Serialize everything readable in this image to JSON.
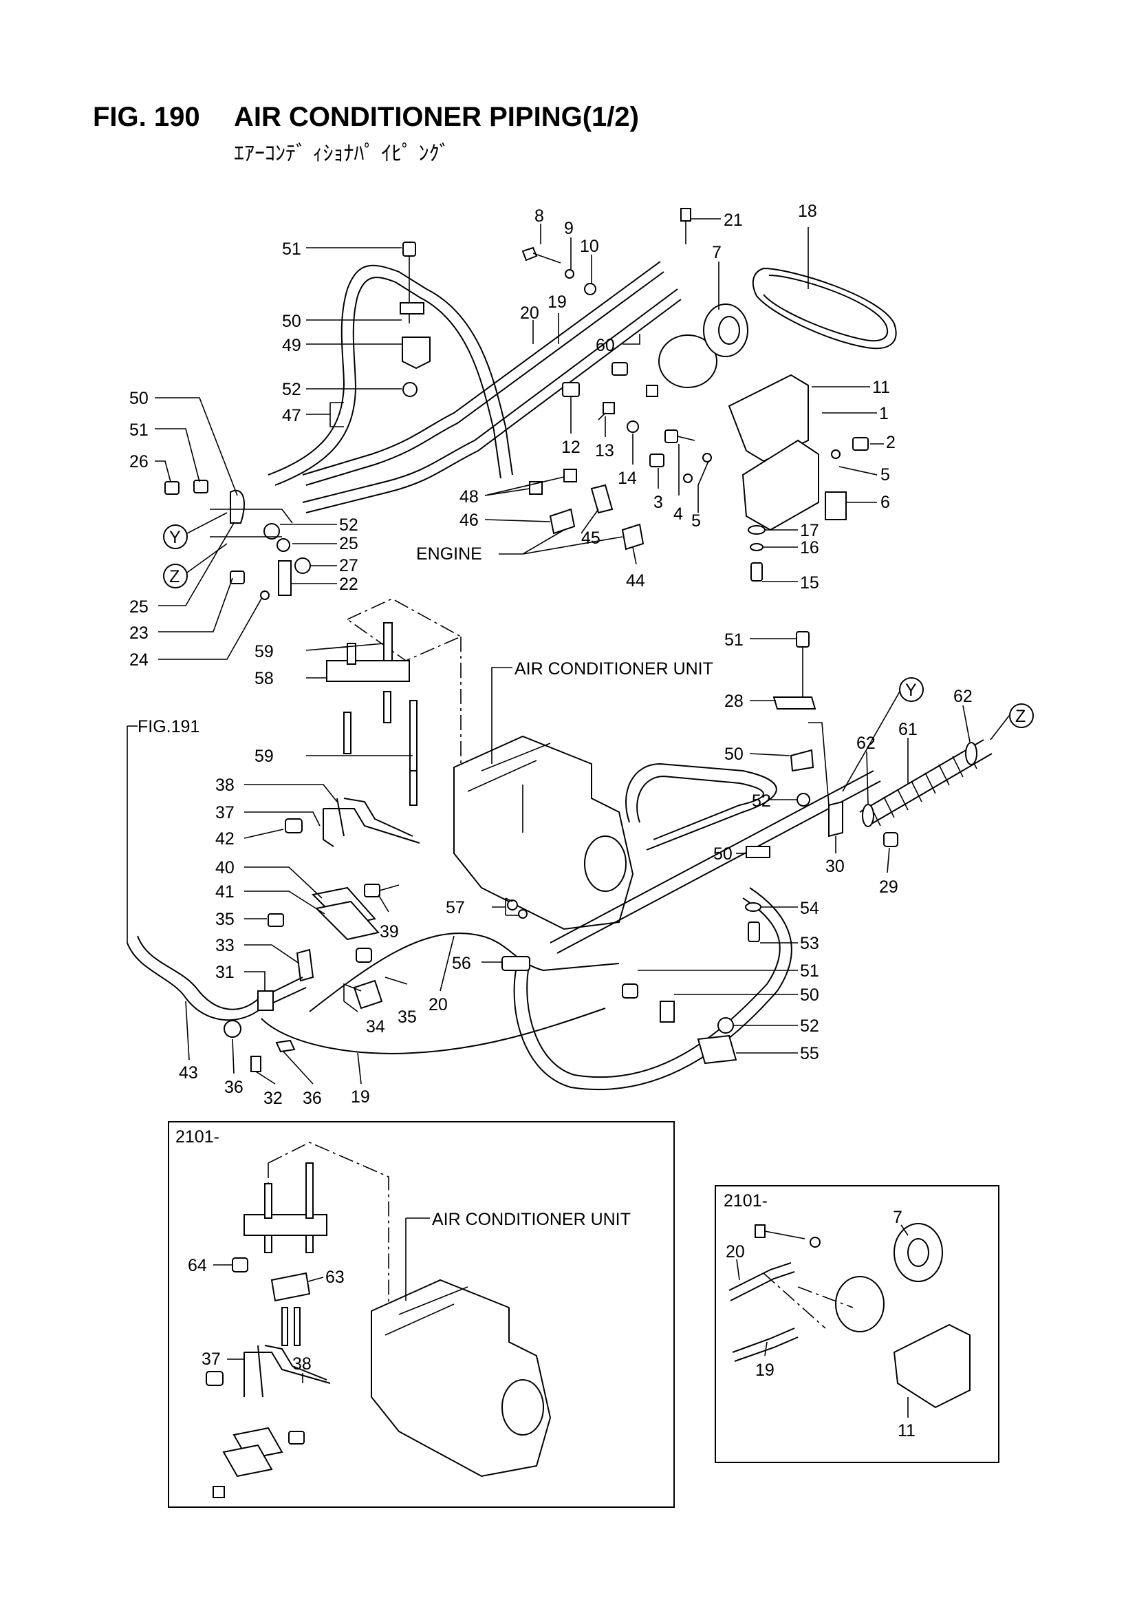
{
  "figure": {
    "number": "FIG. 190",
    "title": "AIR CONDITIONER PIPING(1/2)",
    "subtitle_jp": "ｴｱｰｺﾝﾃﾞ ｨｼｮﾅﾊﾟ ｲﾋﾟ ﾝｸﾞ"
  },
  "text_labels": {
    "engine": "ENGINE",
    "ac_unit": "AIR CONDITIONER UNIT",
    "fig_ref": "FIG.191",
    "inset_left_serial": "2101-",
    "inset_left_ac_unit": "AIR CONDITIONER UNIT",
    "inset_right_serial": "2101-"
  },
  "callouts": [
    {
      "id": "c51a",
      "n": "51"
    },
    {
      "id": "c50a",
      "n": "50"
    },
    {
      "id": "c49",
      "n": "49"
    },
    {
      "id": "c52a",
      "n": "52"
    },
    {
      "id": "c47",
      "n": "47"
    },
    {
      "id": "c50b",
      "n": "50"
    },
    {
      "id": "c51b",
      "n": "51"
    },
    {
      "id": "c26",
      "n": "26"
    },
    {
      "id": "c52b",
      "n": "52"
    },
    {
      "id": "c25a",
      "n": "25"
    },
    {
      "id": "c27",
      "n": "27"
    },
    {
      "id": "c22",
      "n": "22"
    },
    {
      "id": "c25b",
      "n": "25"
    },
    {
      "id": "c23",
      "n": "23"
    },
    {
      "id": "c24",
      "n": "24"
    },
    {
      "id": "c8",
      "n": "8"
    },
    {
      "id": "c9",
      "n": "9"
    },
    {
      "id": "c10",
      "n": "10"
    },
    {
      "id": "c20a",
      "n": "20"
    },
    {
      "id": "c19a",
      "n": "19"
    },
    {
      "id": "c60",
      "n": "60"
    },
    {
      "id": "c21",
      "n": "21"
    },
    {
      "id": "c7a",
      "n": "7"
    },
    {
      "id": "c18",
      "n": "18"
    },
    {
      "id": "c11a",
      "n": "11"
    },
    {
      "id": "c1",
      "n": "1"
    },
    {
      "id": "c2",
      "n": "2"
    },
    {
      "id": "c5a",
      "n": "5"
    },
    {
      "id": "c6",
      "n": "6"
    },
    {
      "id": "c12",
      "n": "12"
    },
    {
      "id": "c13",
      "n": "13"
    },
    {
      "id": "c14",
      "n": "14"
    },
    {
      "id": "c3",
      "n": "3"
    },
    {
      "id": "c4",
      "n": "4"
    },
    {
      "id": "c5b",
      "n": "5"
    },
    {
      "id": "c17",
      "n": "17"
    },
    {
      "id": "c16",
      "n": "16"
    },
    {
      "id": "c15",
      "n": "15"
    },
    {
      "id": "c48",
      "n": "48"
    },
    {
      "id": "c46",
      "n": "46"
    },
    {
      "id": "c45",
      "n": "45"
    },
    {
      "id": "c44",
      "n": "44"
    },
    {
      "id": "c59a",
      "n": "59"
    },
    {
      "id": "c58",
      "n": "58"
    },
    {
      "id": "c59b",
      "n": "59"
    },
    {
      "id": "c38a",
      "n": "38"
    },
    {
      "id": "c37a",
      "n": "37"
    },
    {
      "id": "c42",
      "n": "42"
    },
    {
      "id": "c40",
      "n": "40"
    },
    {
      "id": "c41",
      "n": "41"
    },
    {
      "id": "c35a",
      "n": "35"
    },
    {
      "id": "c33",
      "n": "33"
    },
    {
      "id": "c31",
      "n": "31"
    },
    {
      "id": "c43",
      "n": "43"
    },
    {
      "id": "c36a",
      "n": "36"
    },
    {
      "id": "c32",
      "n": "32"
    },
    {
      "id": "c36b",
      "n": "36"
    },
    {
      "id": "c19b",
      "n": "19"
    },
    {
      "id": "c39",
      "n": "39"
    },
    {
      "id": "c57",
      "n": "57"
    },
    {
      "id": "c34",
      "n": "34"
    },
    {
      "id": "c35b",
      "n": "35"
    },
    {
      "id": "c20b",
      "n": "20"
    },
    {
      "id": "c56",
      "n": "56"
    },
    {
      "id": "c51c",
      "n": "51"
    },
    {
      "id": "c28",
      "n": "28"
    },
    {
      "id": "c50c",
      "n": "50"
    },
    {
      "id": "c52c",
      "n": "52"
    },
    {
      "id": "c50d",
      "n": "50"
    },
    {
      "id": "c54",
      "n": "54"
    },
    {
      "id": "c53",
      "n": "53"
    },
    {
      "id": "c51d",
      "n": "51"
    },
    {
      "id": "c50e",
      "n": "50"
    },
    {
      "id": "c52d",
      "n": "52"
    },
    {
      "id": "c55",
      "n": "55"
    },
    {
      "id": "c30",
      "n": "30"
    },
    {
      "id": "c29",
      "n": "29"
    },
    {
      "id": "c62a",
      "n": "62"
    },
    {
      "id": "c61",
      "n": "61"
    },
    {
      "id": "c62b",
      "n": "62"
    },
    {
      "id": "c64",
      "n": "64"
    },
    {
      "id": "c63",
      "n": "63"
    },
    {
      "id": "c37b",
      "n": "37"
    },
    {
      "id": "c38b",
      "n": "38"
    },
    {
      "id": "c20c",
      "n": "20"
    },
    {
      "id": "c7b",
      "n": "7"
    },
    {
      "id": "c19c",
      "n": "19"
    },
    {
      "id": "c11b",
      "n": "11"
    }
  ],
  "view_markers": [
    {
      "id": "mY1",
      "letter": "Y"
    },
    {
      "id": "mZ1",
      "letter": "Z"
    },
    {
      "id": "mY2",
      "letter": "Y"
    },
    {
      "id": "mZ2",
      "letter": "Z"
    }
  ]
}
